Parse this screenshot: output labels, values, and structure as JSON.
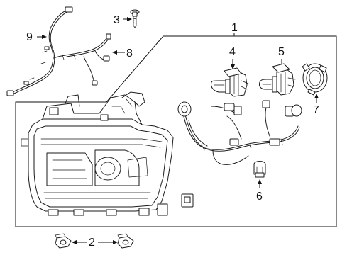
{
  "callouts": [
    {
      "id": "1",
      "label": "1"
    },
    {
      "id": "2",
      "label": "2"
    },
    {
      "id": "3",
      "label": "3"
    },
    {
      "id": "4",
      "label": "4"
    },
    {
      "id": "5",
      "label": "5"
    },
    {
      "id": "6",
      "label": "6"
    },
    {
      "id": "7",
      "label": "7"
    },
    {
      "id": "8",
      "label": "8"
    },
    {
      "id": "9",
      "label": "9"
    }
  ],
  "parts": [
    {
      "callout": "1",
      "icon": "headlamp-assembly-icon"
    },
    {
      "callout": "2",
      "icon": "retainer-nut-icon"
    },
    {
      "callout": "3",
      "icon": "screw-icon"
    },
    {
      "callout": "4",
      "icon": "headlamp-bulb-icon"
    },
    {
      "callout": "5",
      "icon": "headlamp-bulb-icon"
    },
    {
      "callout": "6",
      "icon": "side-marker-bulb-icon"
    },
    {
      "callout": "7",
      "icon": "bulb-socket-ring-icon"
    },
    {
      "callout": "8",
      "icon": "wire-harness-icon"
    },
    {
      "callout": "9",
      "icon": "wire-harness-icon"
    }
  ]
}
